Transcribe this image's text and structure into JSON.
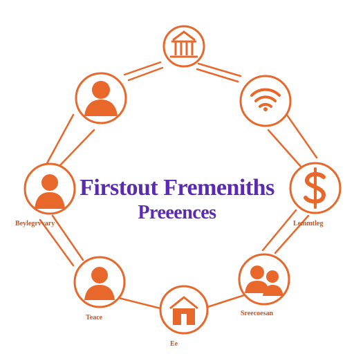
{
  "colors": {
    "accent": "#e8672a",
    "accent_dark": "#d2521a",
    "title": "#5a2bb0",
    "background": "#ffffff"
  },
  "center": {
    "line1": "Firstout Fremeniths",
    "line2": "Preeences"
  },
  "nodes": [
    {
      "id": "top",
      "icon": "building-icon",
      "label": ""
    },
    {
      "id": "upper-left",
      "icon": "person-portrait-icon",
      "label": ""
    },
    {
      "id": "upper-right",
      "icon": "wifi-icon",
      "label": ""
    },
    {
      "id": "left",
      "icon": "person-icon",
      "label": "Beylegrvvary"
    },
    {
      "id": "right",
      "icon": "dollar-icon",
      "label": "Lemmtleg"
    },
    {
      "id": "lower-left",
      "icon": "person-portrait-icon",
      "label": "Teace"
    },
    {
      "id": "lower-right",
      "icon": "people-icon",
      "label": "Sreecoesan"
    },
    {
      "id": "bottom",
      "icon": "house-icon",
      "label": "Ee"
    }
  ]
}
